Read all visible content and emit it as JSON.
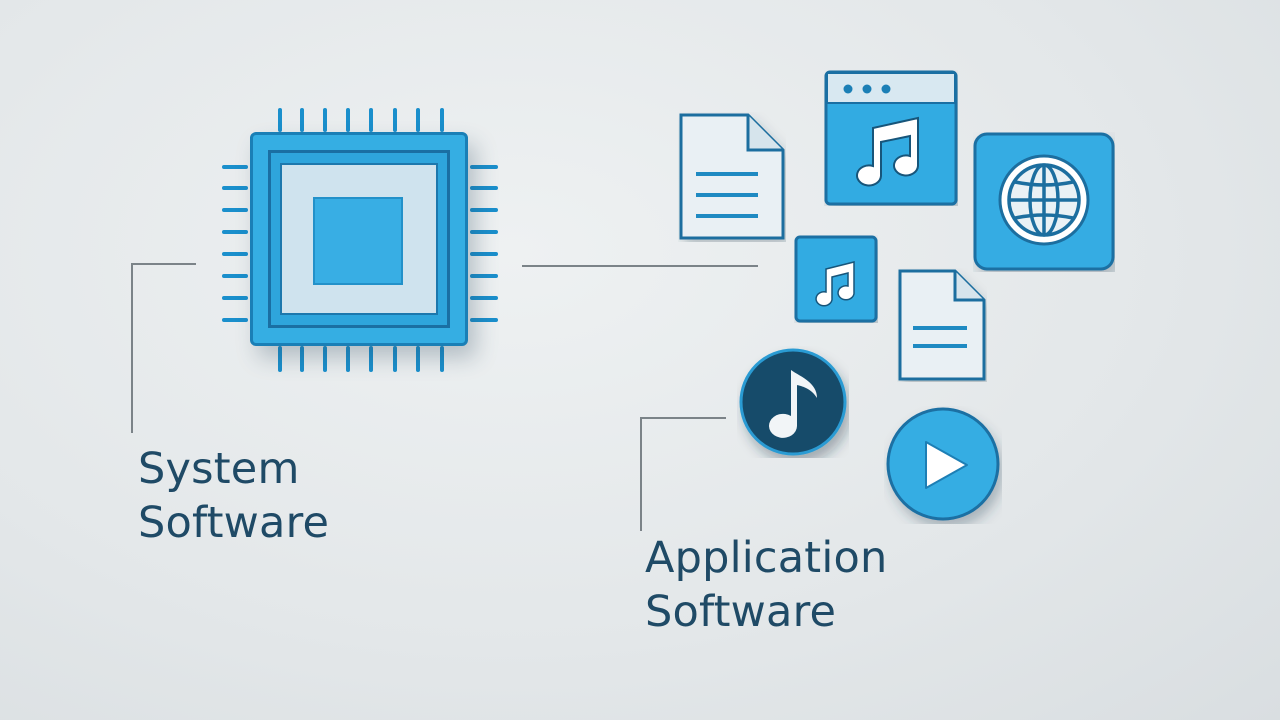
{
  "labels": {
    "system": [
      "System",
      "Software"
    ],
    "application": [
      "Application",
      "Software"
    ]
  },
  "colors": {
    "background": "#e3e7e9",
    "accent_blue": "#35aee3",
    "dark_blue": "#1f4a66",
    "outline_blue": "#1a6fa3",
    "note_dark": "#184b6b",
    "connector": "#7b8388"
  },
  "icons": [
    "processor-chip-icon",
    "document-icon",
    "browser-window-music-icon",
    "globe-icon",
    "music-note-icon",
    "document-small-icon",
    "music-note-circle-icon",
    "play-button-icon"
  ]
}
